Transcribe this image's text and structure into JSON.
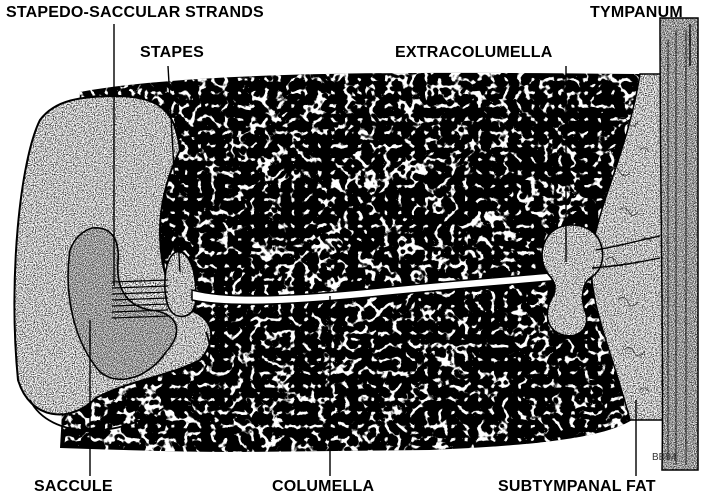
{
  "labels": {
    "stapedo_saccular_strands": "STAPEDO-SACCULAR STRANDS",
    "tympanum": "TYMPANUM",
    "stapes": "STAPES",
    "extracolumella": "EXTRACOLUMELLA",
    "saccule": "SACCULE",
    "columella": "COLUMELLA",
    "subtympanal_fat": "SUBTYMPANAL FAT"
  },
  "signature": "BB94",
  "colors": {
    "ink": "#000000",
    "paper": "#ffffff"
  }
}
